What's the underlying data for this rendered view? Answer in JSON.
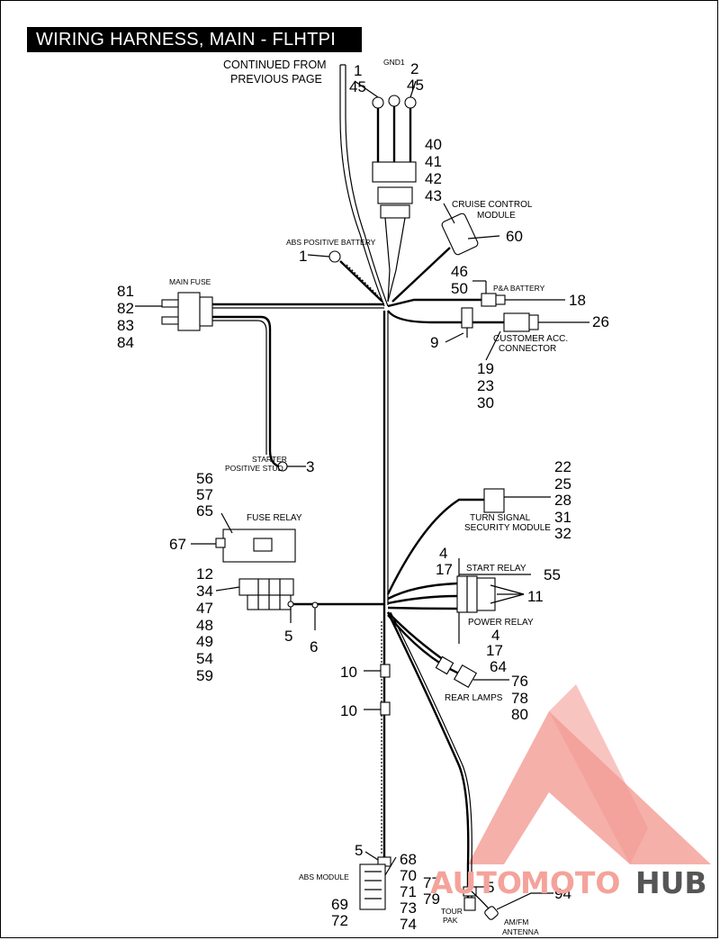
{
  "title": "WIRING HARNESS, MAIN - FLHTPI",
  "labels": {
    "continued_line1": "CONTINUED FROM",
    "continued_line2": "PREVIOUS PAGE",
    "gnd1": "GND1",
    "cruise_line1": "CRUISE CONTROL",
    "cruise_line2": "MODULE",
    "abs_positive_battery": "ABS POSITIVE BATTERY",
    "main_fuse": "MAIN  FUSE",
    "pa_battery": "P&A BATTERY",
    "customer_acc_line1": "CUSTOMER ACC.",
    "customer_acc_line2": "CONNECTOR",
    "starter_line1": "STARTER",
    "starter_line2": "POSITIVE STUD",
    "fuse_relay": "FUSE RELAY",
    "turn_signal_line1": "TURN  SIGNAL",
    "turn_signal_line2": "SECURITY  MODULE",
    "start_relay": "START RELAY",
    "power_relay": "POWER RELAY",
    "rear_lamps": "REAR LAMPS",
    "abs_module": "ABS MODULE",
    "tour_pak_line1": "TOUR",
    "tour_pak_line2": "PAK",
    "am_fm_line1": "AM/FM",
    "am_fm_line2": "ANTENNA"
  },
  "callouts": {
    "gnd_left": [
      "1",
      "45"
    ],
    "gnd_right": [
      "2",
      "45"
    ],
    "cruise_parts": [
      "40",
      "41",
      "42",
      "43"
    ],
    "cruise_module": "60",
    "abs_battery": "1",
    "main_fuse_parts": [
      "81",
      "82",
      "83",
      "84"
    ],
    "pa_battery_parts": [
      "46",
      "50"
    ],
    "pa_battery_conn": "18",
    "customer_acc": "26",
    "ground_screw": "9",
    "customer_acc_parts": [
      "19",
      "23",
      "30"
    ],
    "starter_stud": "3",
    "fuse_relay_parts": [
      "56",
      "57",
      "65"
    ],
    "fuse_relay": "67",
    "turn_signal_parts": [
      "22",
      "25",
      "28",
      "31",
      "32"
    ],
    "start_relay_parts": [
      "4",
      "17"
    ],
    "start_relay_conn": "55",
    "relays": "11",
    "power_relay_parts": [
      "4",
      "17"
    ],
    "fuse_block_parts": [
      "12",
      "34",
      "47",
      "48",
      "49",
      "54",
      "59"
    ],
    "fuse_clip": "5",
    "fuse_pin": "6",
    "rear_lamps_conn": "64",
    "rear_lamps_parts": [
      "76",
      "78",
      "80"
    ],
    "clip_upper": "10",
    "clip_lower": "10",
    "abs_clip": "5",
    "abs_module_parts_right": [
      "68",
      "70",
      "71",
      "73",
      "74"
    ],
    "abs_module_parts_left": [
      "69",
      "72"
    ],
    "tour_pak_parts": [
      "77",
      "79"
    ],
    "tour_pak_clip": "5",
    "antenna": "94"
  },
  "watermark": {
    "text_a": "AUTO",
    "text_b": "MOTO",
    "text_c": "HUB",
    "color_light": "#f4a39b",
    "color_dark": "#555555",
    "accent": "#f08b80"
  }
}
